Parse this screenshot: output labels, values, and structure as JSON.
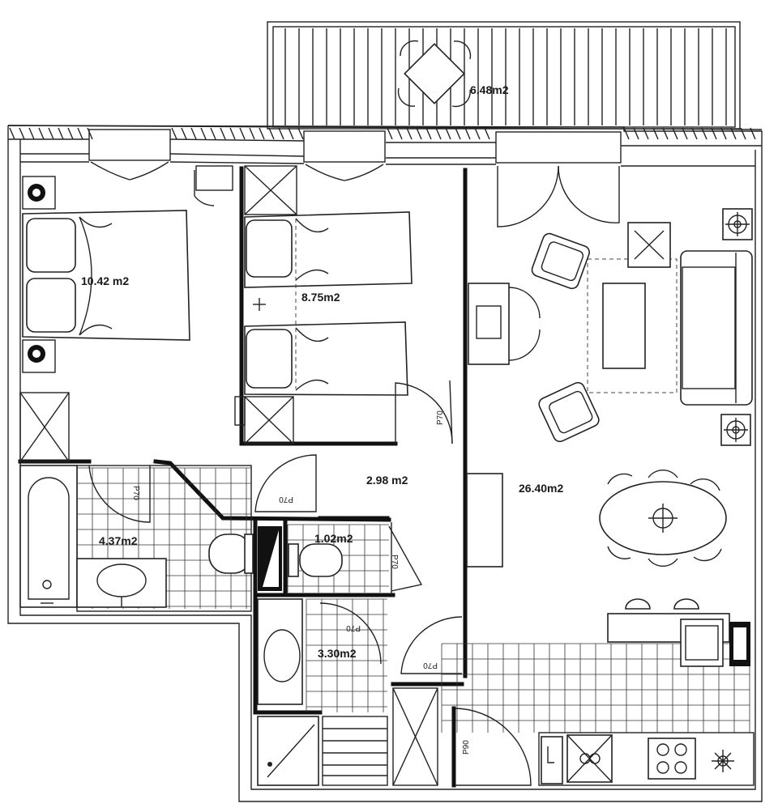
{
  "areas": {
    "terrace": "6.48m2",
    "bedroom_1": "10.42 m2",
    "bedroom_2": "8.75m2",
    "hallway": "2.98 m2",
    "living": "26.40m2",
    "bathroom": "4.37m2",
    "wc": "1.02m2",
    "shower_room": "3.30m2"
  },
  "door_labels": {
    "bedroom_2_door": "P70",
    "hall_door": "P70",
    "bathroom_door": "P70",
    "wc_door": "P70",
    "shower_room_door": "P70",
    "living_door": "P70",
    "entrance_door": "P90"
  }
}
